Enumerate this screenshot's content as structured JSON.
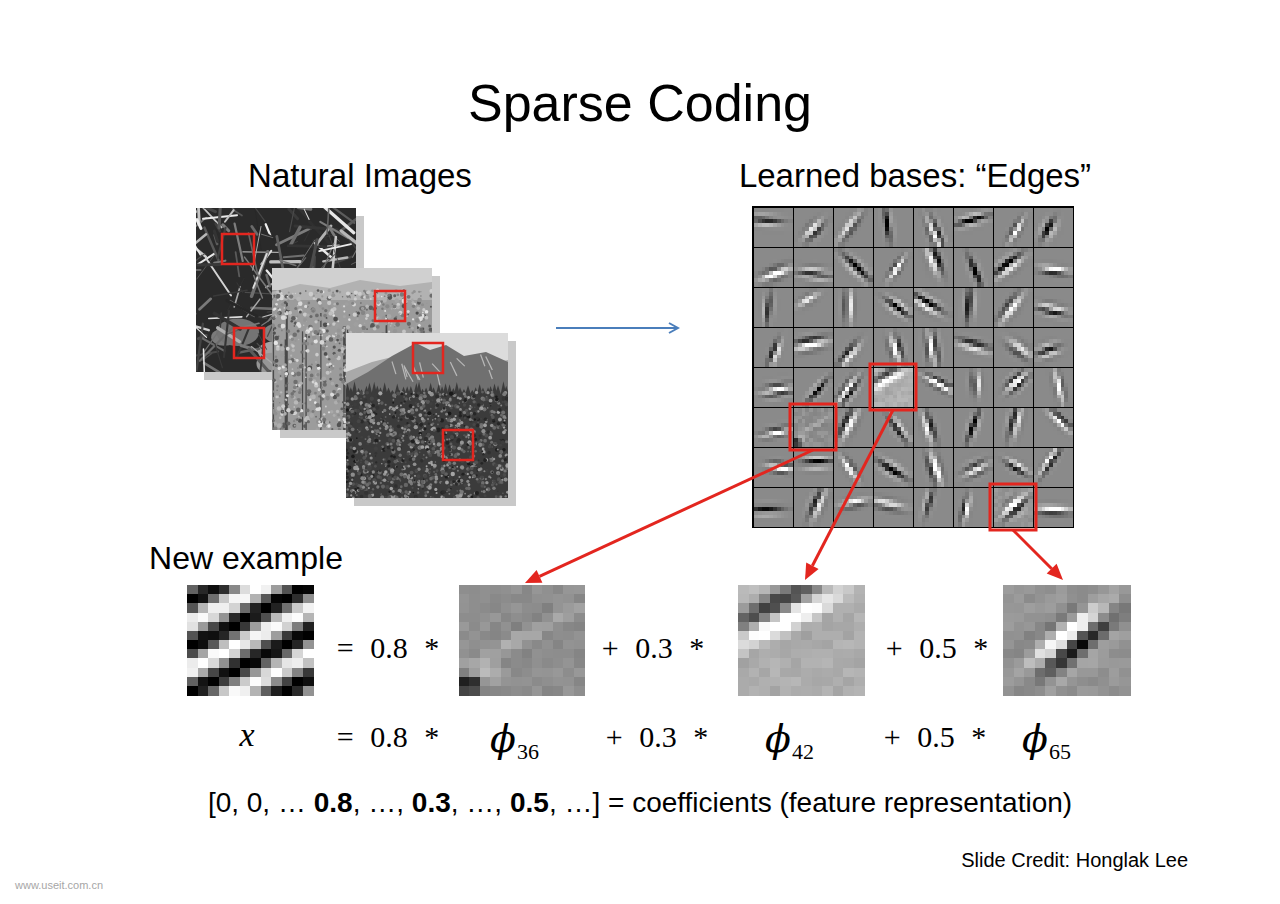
{
  "diagram": {
    "title": "Sparse Coding",
    "nodes": [
      {
        "text": [
          "Natural Images"
        ]
      },
      {
        "text": [
          "Learned bases: “Edges”"
        ]
      }
    ],
    "edges": [
      {
        "from": 0,
        "to": 1,
        "arrow": "to"
      }
    ],
    "labels": [
      "New example",
      "= 0.8 *",
      "+ 0.3 *",
      "+ 0.5 *",
      "x",
      "= 0.8 *",
      "+ 0.3 *",
      "+ 0.5 *",
      "ϕ",
      "36",
      "ϕ",
      "42",
      "ϕ",
      "65",
      "[0, 0, …",
      "0.8",
      ", …,",
      "0.3",
      ", …,",
      "0.5",
      ", …] = coefficients (feature representation)",
      "Slide Credit: Honglak Lee",
      "www.useit.com.cn"
    ]
  }
}
